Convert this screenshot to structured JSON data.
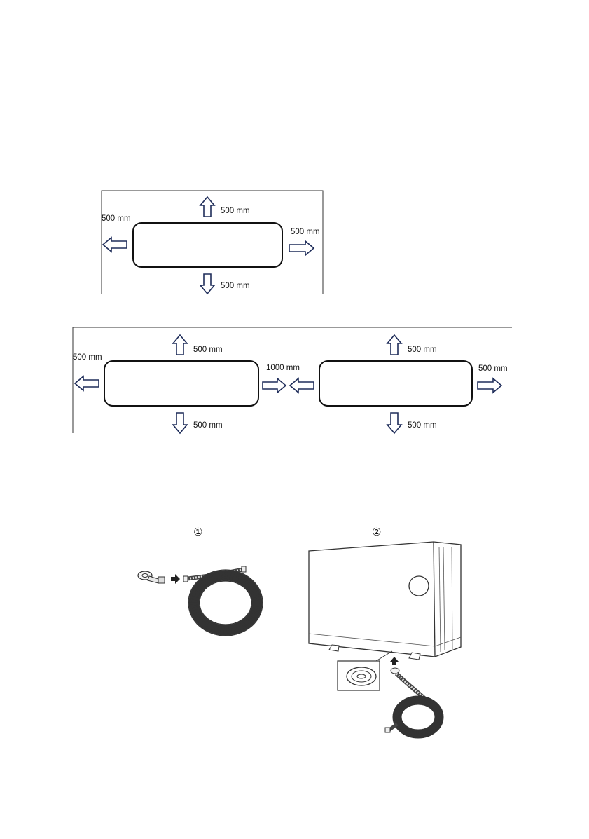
{
  "diagram_single": {
    "top": "500 mm",
    "left": "500 mm",
    "right": "500 mm",
    "bottom": "500 mm"
  },
  "diagram_double": {
    "unit1_top": "500 mm",
    "left": "500 mm",
    "between": "1000 mm",
    "unit2_top": "500 mm",
    "right": "500 mm",
    "unit1_bottom": "500 mm",
    "unit2_bottom": "500 mm"
  },
  "drain_steps": {
    "step1": "①",
    "step2": "②"
  },
  "colors": {
    "arrow_stroke": "#1f2d5a",
    "outline": "#111111"
  }
}
